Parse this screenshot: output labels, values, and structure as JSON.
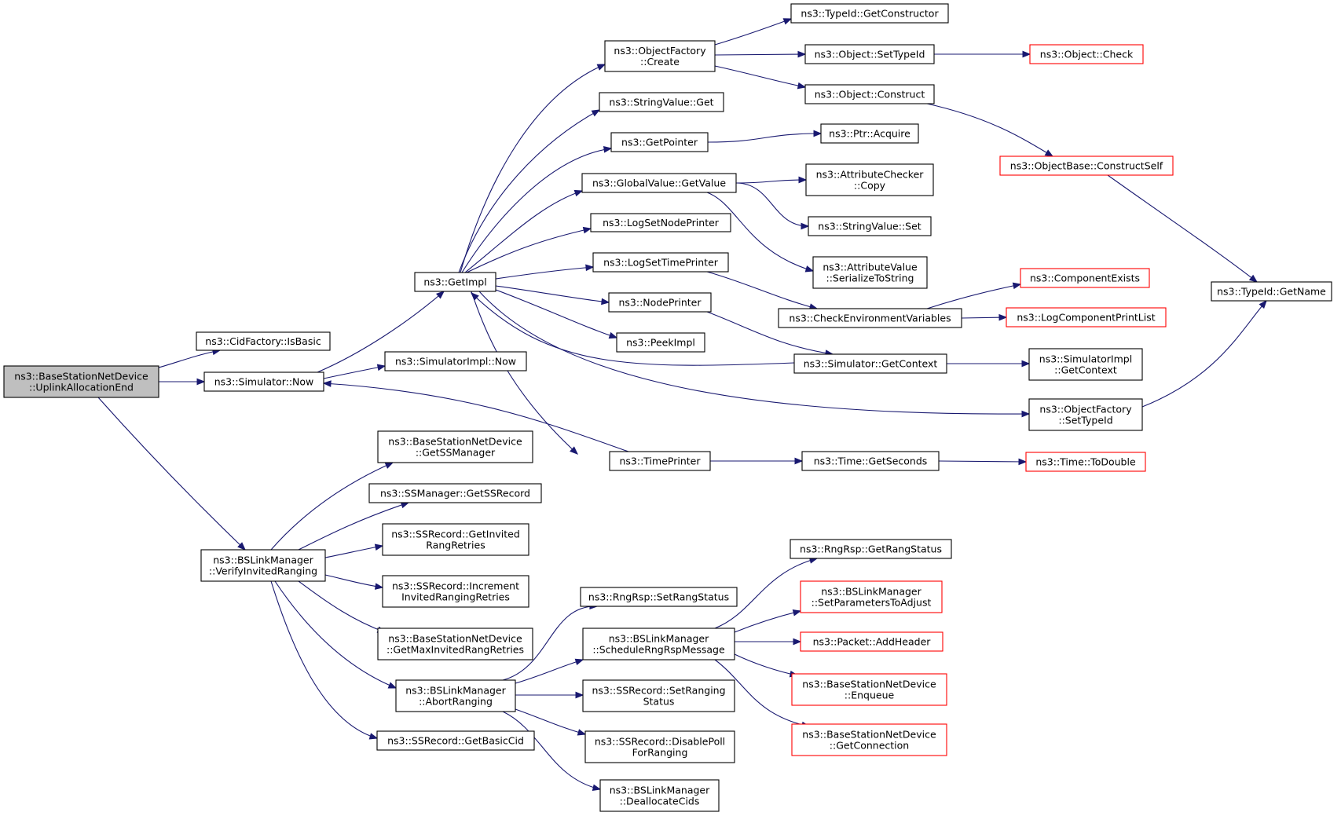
{
  "colors": {
    "edge": "#191970",
    "node_border": "#000000",
    "truncated_border": "#ff0000",
    "root_fill": "#bfbfbf",
    "node_fill": "#ffffff"
  },
  "nodes": [
    {
      "id": "root",
      "lines": [
        "ns3::BaseStationNetDevice",
        "::UplinkAllocationEnd"
      ],
      "root": true
    },
    {
      "id": "cidIsBasic",
      "lines": [
        "ns3::CidFactory::IsBasic"
      ]
    },
    {
      "id": "simNow",
      "lines": [
        "ns3::Simulator::Now"
      ]
    },
    {
      "id": "verifyRanging",
      "lines": [
        "ns3::BSLinkManager",
        "::VerifyInvitedRanging"
      ]
    },
    {
      "id": "getImpl",
      "lines": [
        "ns3::GetImpl"
      ]
    },
    {
      "id": "simImplNow",
      "lines": [
        "ns3::SimulatorImpl::Now"
      ]
    },
    {
      "id": "objFactoryCreate",
      "lines": [
        "ns3::ObjectFactory",
        "::Create"
      ]
    },
    {
      "id": "stringValueGet",
      "lines": [
        "ns3::StringValue::Get"
      ]
    },
    {
      "id": "getPointer",
      "lines": [
        "ns3::GetPointer"
      ]
    },
    {
      "id": "globalValueGetValue",
      "lines": [
        "ns3::GlobalValue::GetValue"
      ]
    },
    {
      "id": "logSetNodePrinter",
      "lines": [
        "ns3::LogSetNodePrinter"
      ]
    },
    {
      "id": "logSetTimePrinter",
      "lines": [
        "ns3::LogSetTimePrinter"
      ]
    },
    {
      "id": "nodePrinter",
      "lines": [
        "ns3::NodePrinter"
      ]
    },
    {
      "id": "peekImpl",
      "lines": [
        "ns3::PeekImpl"
      ]
    },
    {
      "id": "timePrinter",
      "lines": [
        "ns3::TimePrinter"
      ]
    },
    {
      "id": "typeIdGetConstructor",
      "lines": [
        "ns3::TypeId::GetConstructor"
      ]
    },
    {
      "id": "objectSetTypeId",
      "lines": [
        "ns3::Object::SetTypeId"
      ]
    },
    {
      "id": "objectCheck",
      "lines": [
        "ns3::Object::Check"
      ],
      "truncated": true
    },
    {
      "id": "objectConstruct",
      "lines": [
        "ns3::Object::Construct"
      ]
    },
    {
      "id": "objectBaseConstructSelf",
      "lines": [
        "ns3::ObjectBase::ConstructSelf"
      ],
      "truncated": true
    },
    {
      "id": "typeIdGetName",
      "lines": [
        "ns3::TypeId::GetName"
      ]
    },
    {
      "id": "ptrAcquire",
      "lines": [
        "ns3::Ptr::Acquire"
      ]
    },
    {
      "id": "attrCheckerCopy",
      "lines": [
        "ns3::AttributeChecker",
        "::Copy"
      ]
    },
    {
      "id": "stringValueSet",
      "lines": [
        "ns3::StringValue::Set"
      ]
    },
    {
      "id": "attrValueSerialize",
      "lines": [
        "ns3::AttributeValue",
        "::SerializeToString"
      ]
    },
    {
      "id": "checkEnvVars",
      "lines": [
        "ns3::CheckEnvironmentVariables"
      ]
    },
    {
      "id": "componentExists",
      "lines": [
        "ns3::ComponentExists"
      ],
      "truncated": true
    },
    {
      "id": "logComponentPrintList",
      "lines": [
        "ns3::LogComponentPrintList"
      ],
      "truncated": true
    },
    {
      "id": "simGetContext",
      "lines": [
        "ns3::Simulator::GetContext"
      ]
    },
    {
      "id": "simImplGetContext",
      "lines": [
        "ns3::SimulatorImpl",
        "::GetContext"
      ]
    },
    {
      "id": "objFactorySetTypeId",
      "lines": [
        "ns3::ObjectFactory",
        "::SetTypeId"
      ]
    },
    {
      "id": "timeGetSeconds",
      "lines": [
        "ns3::Time::GetSeconds"
      ]
    },
    {
      "id": "timeToDouble",
      "lines": [
        "ns3::Time::ToDouble"
      ],
      "truncated": true
    },
    {
      "id": "bsGetSSManager",
      "lines": [
        "ns3::BaseStationNetDevice",
        "::GetSSManager"
      ]
    },
    {
      "id": "ssManagerGetSSRecord",
      "lines": [
        "ns3::SSManager::GetSSRecord"
      ]
    },
    {
      "id": "ssRecordGetInvited",
      "lines": [
        "ns3::SSRecord::GetInvited",
        "RangRetries"
      ]
    },
    {
      "id": "ssRecordIncrement",
      "lines": [
        "ns3::SSRecord::Increment",
        "InvitedRangingRetries"
      ]
    },
    {
      "id": "bsGetMaxInvited",
      "lines": [
        "ns3::BaseStationNetDevice",
        "::GetMaxInvitedRangRetries"
      ]
    },
    {
      "id": "abortRanging",
      "lines": [
        "ns3::BSLinkManager",
        "::AbortRanging"
      ]
    },
    {
      "id": "ssRecordGetBasicCid",
      "lines": [
        "ns3::SSRecord::GetBasicCid"
      ]
    },
    {
      "id": "rngRspSetRangStatus",
      "lines": [
        "ns3::RngRsp::SetRangStatus"
      ]
    },
    {
      "id": "scheduleRngRsp",
      "lines": [
        "ns3::BSLinkManager",
        "::ScheduleRngRspMessage"
      ]
    },
    {
      "id": "ssRecordSetRanging",
      "lines": [
        "ns3::SSRecord::SetRanging",
        "Status"
      ]
    },
    {
      "id": "ssRecordDisablePoll",
      "lines": [
        "ns3::SSRecord::DisablePoll",
        "ForRanging"
      ]
    },
    {
      "id": "deallocateCids",
      "lines": [
        "ns3::BSLinkManager",
        "::DeallocateCids"
      ]
    },
    {
      "id": "rngRspGetRangStatus",
      "lines": [
        "ns3::RngRsp::GetRangStatus"
      ]
    },
    {
      "id": "setParamsToAdjust",
      "lines": [
        "ns3::BSLinkManager",
        "::SetParametersToAdjust"
      ],
      "truncated": true
    },
    {
      "id": "packetAddHeader",
      "lines": [
        "ns3::Packet::AddHeader"
      ],
      "truncated": true
    },
    {
      "id": "bsEnqueue",
      "lines": [
        "ns3::BaseStationNetDevice",
        "::Enqueue"
      ],
      "truncated": true
    },
    {
      "id": "bsGetConnection",
      "lines": [
        "ns3::BaseStationNetDevice",
        "::GetConnection"
      ],
      "truncated": true
    }
  ],
  "edges": [
    [
      "root",
      "cidIsBasic"
    ],
    [
      "root",
      "simNow"
    ],
    [
      "root",
      "verifyRanging"
    ],
    [
      "simNow",
      "getImpl"
    ],
    [
      "simNow",
      "simImplNow"
    ],
    [
      "getImpl",
      "objFactoryCreate"
    ],
    [
      "getImpl",
      "stringValueGet"
    ],
    [
      "getImpl",
      "getPointer"
    ],
    [
      "getImpl",
      "globalValueGetValue"
    ],
    [
      "getImpl",
      "logSetNodePrinter"
    ],
    [
      "getImpl",
      "logSetTimePrinter"
    ],
    [
      "getImpl",
      "nodePrinter"
    ],
    [
      "getImpl",
      "peekImpl"
    ],
    [
      "getImpl",
      "timePrinter"
    ],
    [
      "getImpl",
      "objFactorySetTypeId"
    ],
    [
      "objFactoryCreate",
      "typeIdGetConstructor"
    ],
    [
      "objFactoryCreate",
      "objectSetTypeId"
    ],
    [
      "objFactoryCreate",
      "objectConstruct"
    ],
    [
      "objectSetTypeId",
      "objectCheck"
    ],
    [
      "objectConstruct",
      "objectBaseConstructSelf"
    ],
    [
      "objectBaseConstructSelf",
      "typeIdGetName"
    ],
    [
      "objFactorySetTypeId",
      "typeIdGetName"
    ],
    [
      "getPointer",
      "ptrAcquire"
    ],
    [
      "globalValueGetValue",
      "attrCheckerCopy"
    ],
    [
      "globalValueGetValue",
      "stringValueSet"
    ],
    [
      "globalValueGetValue",
      "attrValueSerialize"
    ],
    [
      "logSetTimePrinter",
      "checkEnvVars"
    ],
    [
      "checkEnvVars",
      "componentExists"
    ],
    [
      "checkEnvVars",
      "logComponentPrintList"
    ],
    [
      "nodePrinter",
      "simGetContext"
    ],
    [
      "simGetContext",
      "getImpl"
    ],
    [
      "simGetContext",
      "simImplGetContext"
    ],
    [
      "timePrinter",
      "simNow"
    ],
    [
      "timePrinter",
      "timeGetSeconds"
    ],
    [
      "timeGetSeconds",
      "timeToDouble"
    ],
    [
      "verifyRanging",
      "bsGetSSManager"
    ],
    [
      "verifyRanging",
      "ssManagerGetSSRecord"
    ],
    [
      "verifyRanging",
      "ssRecordGetInvited"
    ],
    [
      "verifyRanging",
      "ssRecordIncrement"
    ],
    [
      "verifyRanging",
      "bsGetMaxInvited"
    ],
    [
      "verifyRanging",
      "abortRanging"
    ],
    [
      "verifyRanging",
      "ssRecordGetBasicCid"
    ],
    [
      "abortRanging",
      "rngRspSetRangStatus"
    ],
    [
      "abortRanging",
      "scheduleRngRsp"
    ],
    [
      "abortRanging",
      "ssRecordSetRanging"
    ],
    [
      "abortRanging",
      "ssRecordDisablePoll"
    ],
    [
      "abortRanging",
      "deallocateCids"
    ],
    [
      "scheduleRngRsp",
      "rngRspGetRangStatus"
    ],
    [
      "scheduleRngRsp",
      "setParamsToAdjust"
    ],
    [
      "scheduleRngRsp",
      "packetAddHeader"
    ],
    [
      "scheduleRngRsp",
      "bsEnqueue"
    ],
    [
      "scheduleRngRsp",
      "bsGetConnection"
    ]
  ]
}
